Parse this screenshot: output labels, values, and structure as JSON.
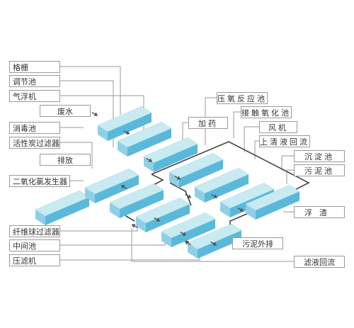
{
  "labels": {
    "grille": "格栅",
    "regulating_tank": "调节池",
    "air_flotation": "气浮机",
    "wastewater": "废水",
    "disinfection_tank": "消毒池",
    "activated_carbon_filter": "活性炭过滤器",
    "discharge": "排放",
    "chlorine_dioxide_generator": "二氧化氯发生器",
    "fiber_ball_filter": "纤维球过滤器",
    "intermediate_tank": "中间池",
    "filter_press": "压滤机",
    "hydrolysis_tank": "压氧反应池",
    "contact_oxidation_tank": "接触氧化池",
    "dosing": "加药",
    "blower": "风机",
    "supernatant_return": "上清液回流",
    "sedimentation_tank": "沉淀池",
    "sludge_tank": "污泥池",
    "scum": "浮渣",
    "sludge_discharge": "污泥外排",
    "filtrate_return": "滤液回流"
  },
  "colors": {
    "tank_top": "#c8ebf2",
    "tank_front": "#5ab9da",
    "tank_side": "#8fd0e6",
    "connector": "#9a9a9a",
    "pipe": "#444444",
    "arrow": "#555555"
  }
}
